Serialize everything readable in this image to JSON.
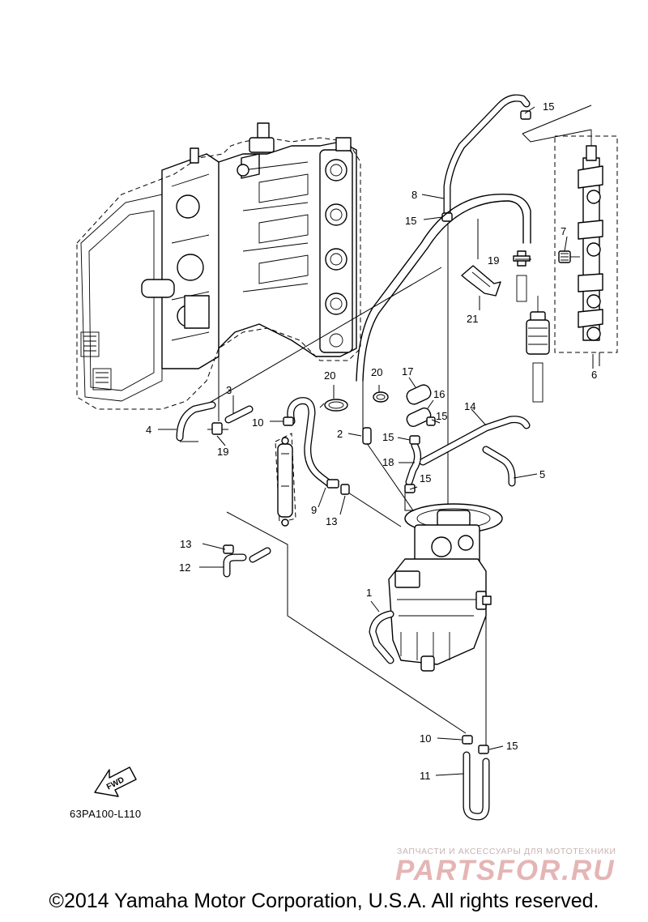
{
  "diagram": {
    "callouts": {
      "c1": "1",
      "c2": "2",
      "c3": "3",
      "c4": "4",
      "c5": "5",
      "c6": "6",
      "c7": "7",
      "c8": "8",
      "c9": "9",
      "c10a": "10",
      "c10b": "10",
      "c11": "11",
      "c12": "12",
      "c13a": "13",
      "c13b": "13",
      "c14": "14",
      "c15a": "15",
      "c15b": "15",
      "c15c": "15",
      "c15d": "15",
      "c15e": "15",
      "c15f": "15",
      "c16": "16",
      "c17": "17",
      "c18": "18",
      "c19a": "19",
      "c19b": "19",
      "c20a": "20",
      "c20b": "20",
      "c21": "21"
    },
    "fwd_label": "FWD",
    "drawing_code": "63PA100-L110",
    "copyright": "©2014 Yamaha Motor Corporation, U.S.A. All rights reserved."
  },
  "watermark": {
    "tagline": "ЗАПЧАСТИ И АКСЕССУАРЫ ДЛЯ МОТОТЕХНИКИ",
    "logo": "PARTSFOR.RU"
  }
}
